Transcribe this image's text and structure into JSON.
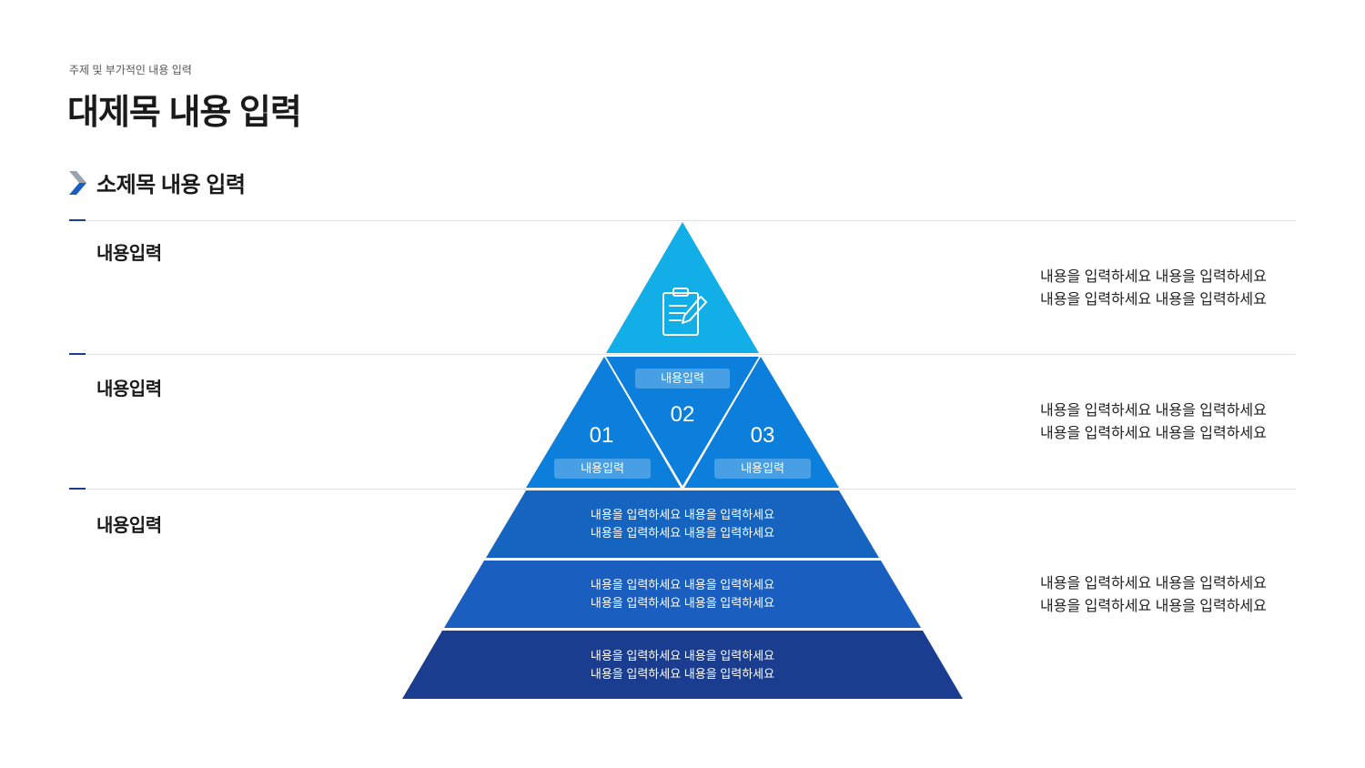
{
  "header": {
    "subtitle": "주제 및 부가적인 내용 입력",
    "title": "대제목 내용 입력",
    "section_title": "소제목 내용 입력"
  },
  "rows": [
    {
      "label": "내용입력",
      "desc": [
        "내용을 입력하세요 내용을 입력하세요",
        "내용을 입력하세요 내용을 입력하세요"
      ]
    },
    {
      "label": "내용입력",
      "desc": [
        "내용을 입력하세요 내용을 입력하세요",
        "내용을 입력하세요 내용을 입력하세요"
      ]
    },
    {
      "label": "내용입력",
      "desc": [
        "내용을 입력하세요 내용을 입력하세요",
        "내용을 입력하세요 내용을 입력하세요"
      ]
    }
  ],
  "pyramid": {
    "top_icon": "clipboard-pencil-icon",
    "triangles": [
      {
        "number": "01",
        "label": "내용입력"
      },
      {
        "number": "02",
        "label": "내용입력"
      },
      {
        "number": "03",
        "label": "내용입력"
      }
    ],
    "bands": [
      [
        "내용을 입력하세요 내용을 입력하세요",
        "내용을 입력하세요 내용을 입력하세요"
      ],
      [
        "내용을 입력하세요 내용을 입력하세요",
        "내용을 입력하세요 내용을 입력하세요"
      ],
      [
        "내용을 입력하세요 내용을 입력하세요",
        "내용을 입력하세요 내용을 입력하세요"
      ]
    ]
  },
  "colors": {
    "top": "#12aee8",
    "middle": "#0b7fdb",
    "band1": "#1565c0",
    "band2": "#1a5fbf",
    "band3": "#1a3d8f",
    "accent": "#1a3d8f"
  }
}
